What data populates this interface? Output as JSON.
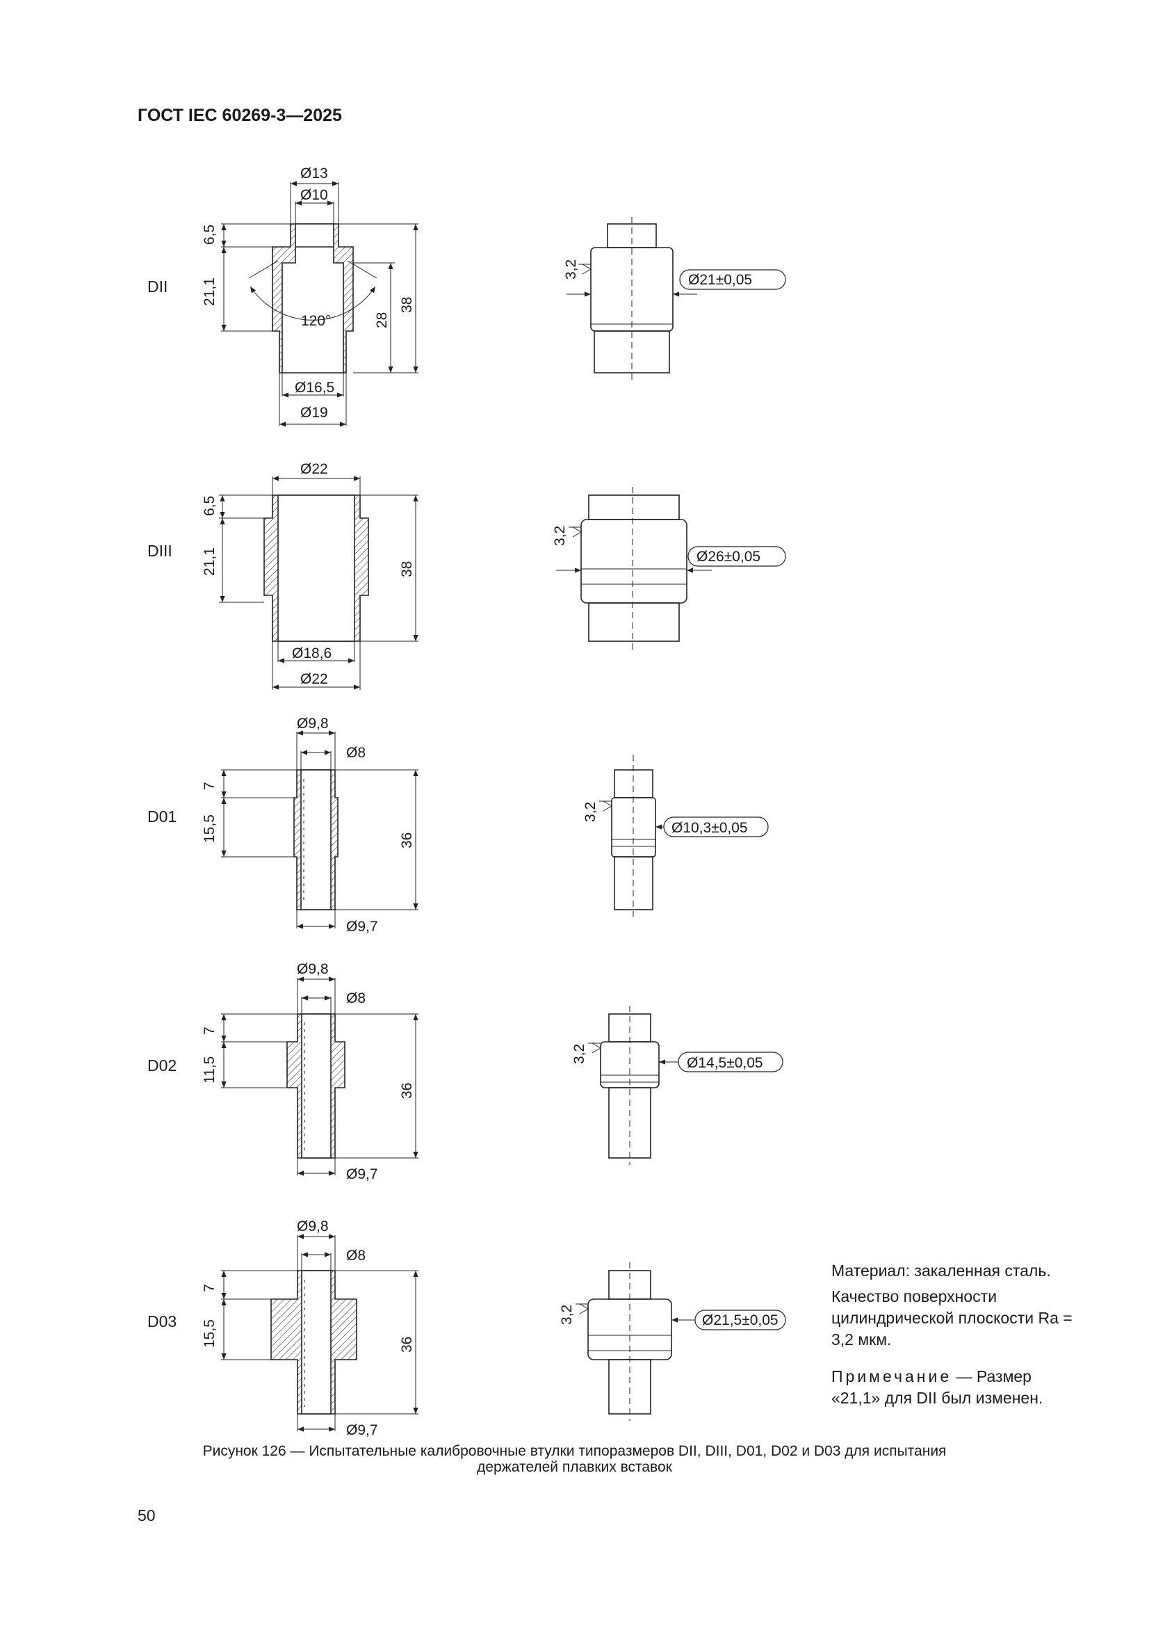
{
  "header": {
    "title": "ГОСТ IEC 60269-3—2025"
  },
  "page_number": "50",
  "caption": {
    "line1": "Рисунок 126 — Испытательные калибровочные втулки типоразмеров DII, DIII, D01, D02 и D03 для испытания",
    "line2": "держателей плавких вставок"
  },
  "notes": {
    "material": "Материал: закаленная сталь.",
    "surface": "Качество поверхности цилиндрической плоскости Ra = 3,2 мкм.",
    "note_label": "Примечание",
    "note_text": " — Размер «21,1» для DII был изменен."
  },
  "figures": {
    "dii": {
      "label": "DII",
      "d_top_outer": "Ø13",
      "d_top_inner": "Ø10",
      "h_top": "6,5",
      "h_mid": "21,1",
      "h_inner": "28",
      "h_total": "38",
      "angle": "120°",
      "d_bottom_inner": "Ø16,5",
      "d_bottom_outer": "Ø19",
      "roughness": "3,2",
      "gauge_d": "Ø21±0,05"
    },
    "diii": {
      "label": "DIII",
      "d_top": "Ø22",
      "h_top": "6,5",
      "h_mid": "21,1",
      "h_total": "38",
      "d_bottom_inner": "Ø18,6",
      "d_bottom_outer": "Ø22",
      "roughness": "3,2",
      "gauge_d": "Ø26±0,05"
    },
    "d01": {
      "label": "D01",
      "d_outer": "Ø9,8",
      "d_inner": "Ø8",
      "h_top": "7",
      "h_mid": "15,5",
      "h_total": "36",
      "d_bottom": "Ø9,7",
      "roughness": "3,2",
      "gauge_d": "Ø10,3±0,05"
    },
    "d02": {
      "label": "D02",
      "d_outer": "Ø9,8",
      "d_inner": "Ø8",
      "h_top": "7",
      "h_mid": "11,5",
      "h_total": "36",
      "d_bottom": "Ø9,7",
      "roughness": "3,2",
      "gauge_d": "Ø14,5±0,05"
    },
    "d03": {
      "label": "D03",
      "d_outer": "Ø9,8",
      "d_inner": "Ø8",
      "h_top": "7",
      "h_mid": "15,5",
      "h_total": "36",
      "d_bottom": "Ø9,7",
      "roughness": "3,2",
      "gauge_d": "Ø21,5±0,05"
    }
  }
}
